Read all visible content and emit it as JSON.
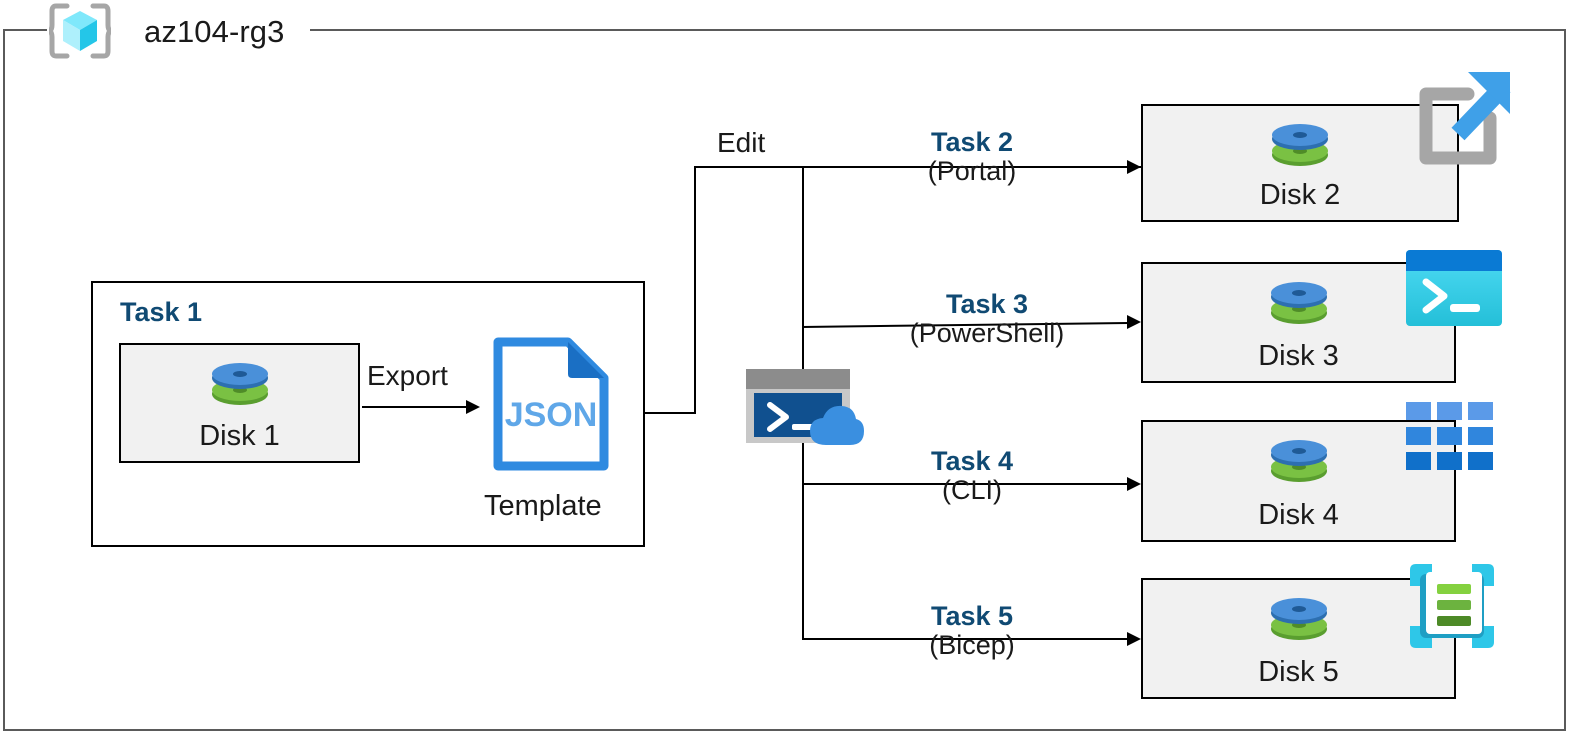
{
  "resource_group": {
    "icon": "azure-resource-group-icon",
    "title": "az104-rg3"
  },
  "task1": {
    "heading": "Task 1",
    "disk": {
      "icon": "managed-disk-icon",
      "label": "Disk 1"
    },
    "export_edge": "Export",
    "template": {
      "icon": "json-file-icon",
      "file_type": "JSON",
      "caption": "Template"
    }
  },
  "edit_edge": "Edit",
  "cloud_shell": {
    "icon": "azure-cloud-shell-icon"
  },
  "tasks": [
    {
      "heading": "Task 2",
      "method": "(Portal)",
      "disk_label": "Disk 2",
      "disk_icon": "managed-disk-icon",
      "tool_icon": "azure-portal-icon"
    },
    {
      "heading": "Task 3",
      "method": "(PowerShell)",
      "disk_label": "Disk 3",
      "disk_icon": "managed-disk-icon",
      "tool_icon": "powershell-icon"
    },
    {
      "heading": "Task 4",
      "method": "(CLI)",
      "disk_label": "Disk 4",
      "disk_icon": "managed-disk-icon",
      "tool_icon": "azure-cli-icon"
    },
    {
      "heading": "Task 5",
      "method": "(Bicep)",
      "disk_label": "Disk 5",
      "disk_icon": "managed-disk-icon",
      "tool_icon": "bicep-icon"
    }
  ],
  "colors": {
    "task_heading": "#104a73",
    "disk_blue": "#3f8fd8",
    "disk_green": "#6cb33f",
    "json_blue": "#2f8ae0",
    "portal_gray": "#a6a6a6",
    "portal_arrow_blue": "#3fa0e8",
    "powershell_cyan": "#30d4ef",
    "powershell_header": "#0a7ad4",
    "cli_blue": "#1d7fd4",
    "bicep_cyan": "#2ec7e8",
    "bicep_green": "#6cb33f",
    "box_fill": "#f1f1f1",
    "frame_gray": "#5a5a5a"
  }
}
